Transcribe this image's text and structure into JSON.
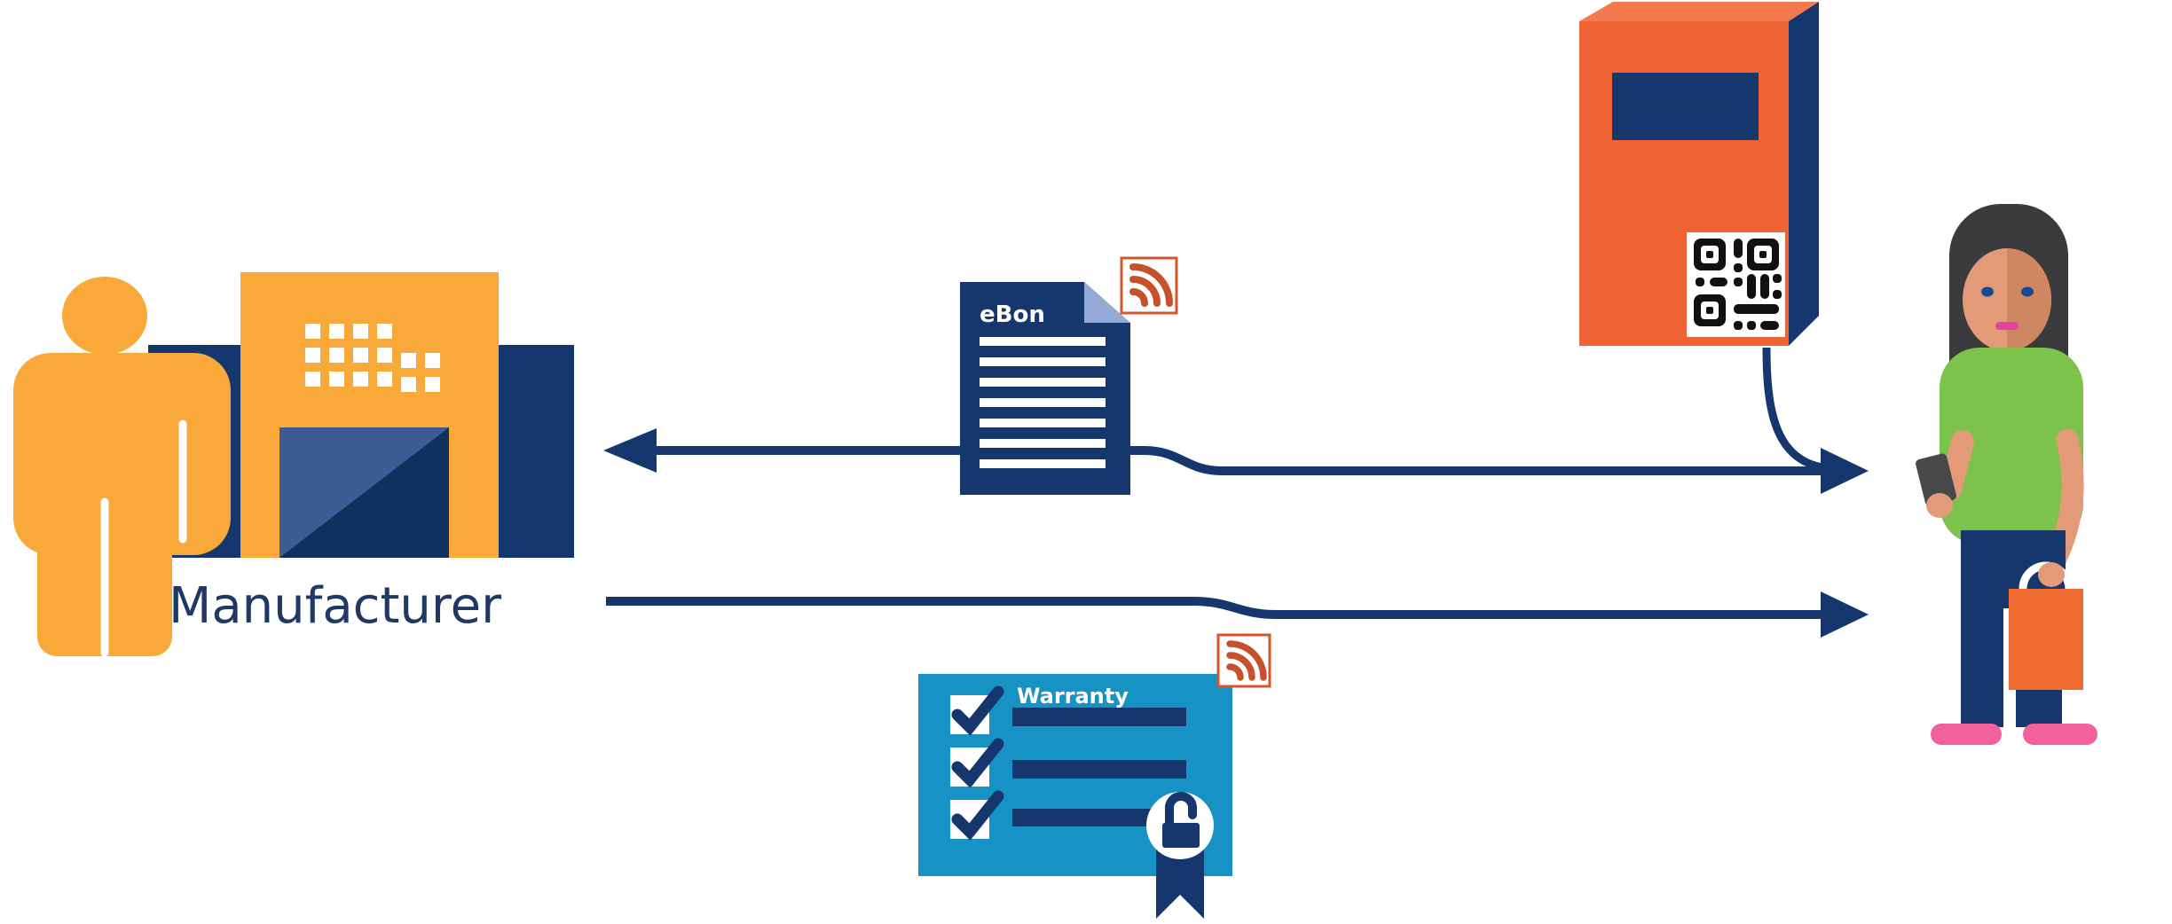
{
  "diagram": {
    "manufacturer": {
      "label": "Manufacturer"
    },
    "ebon": {
      "title": "eBon",
      "document_lines": 7
    },
    "warranty": {
      "title": "Warranty",
      "checklist_rows": 3,
      "lock_state": "unlocked"
    },
    "product_box": {
      "sticker": "qr-code"
    },
    "consumer": {
      "items": [
        "smartphone",
        "shopping-bag"
      ]
    },
    "icons": {
      "rfid-signal-icon": "three orange arcs radiating from corner inside white square",
      "qr-code-icon": "black stylized QR code on white square",
      "unlocked-padlock-icon": "navy open padlock in white circle",
      "ribbon-icon": "navy bookmark ribbon with bottom notch",
      "checkbox-checked-icon": "white square with overflowing navy checkmark"
    },
    "colors": {
      "navy": "#15376D",
      "navy_dark": "#10305F",
      "yellow": "#F8A93A",
      "teal": "#1792C4",
      "door_blue": "#3D5C95",
      "fold_blue": "#93A9D6",
      "rfid_orange": "#C5512D",
      "rfid_border": "#D4572B",
      "box_orange": "#EF6233",
      "box_orange_light": "#F5794F",
      "shirt_green": "#7DC24B",
      "bag_orange": "#F06C31",
      "shoe_pink": "#F2609E",
      "skin_light": "#E29A78",
      "skin_dark": "#CE8760",
      "hair": "#3B3B3D",
      "text_navy": "#1F3864",
      "eye_navy": "#1A4A94",
      "lip_pink": "#E8439A",
      "phone_gray": "#48484A",
      "qr_black": "#111111"
    }
  }
}
